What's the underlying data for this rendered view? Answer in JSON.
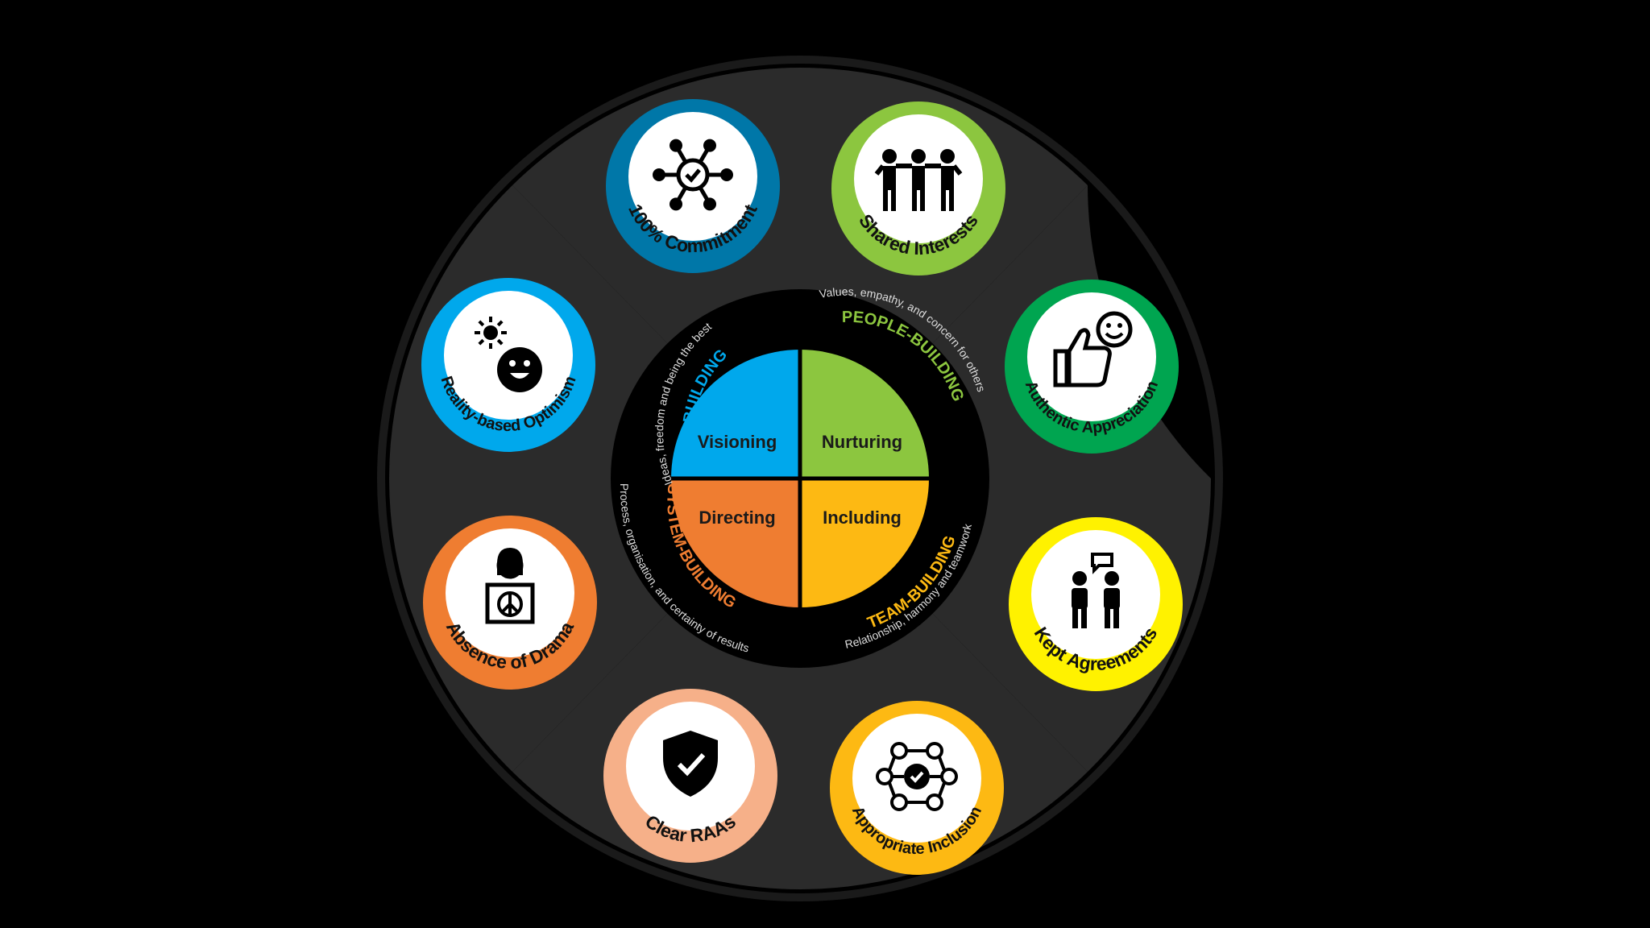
{
  "quadrants": [
    {
      "key": "visioning",
      "label": "Visioning",
      "color": "#00A8EC"
    },
    {
      "key": "nurturing",
      "label": "Nurturing",
      "color": "#8CC63F"
    },
    {
      "key": "directing",
      "label": "Directing",
      "color": "#EF7D31"
    },
    {
      "key": "including",
      "label": "Including",
      "color": "#FDB913"
    }
  ],
  "ring_labels": {
    "idea": {
      "title": "IDEA-BUILDING",
      "subtitle": "Ideas, freedom and being the best",
      "color": "#00A8EC"
    },
    "people": {
      "title": "PEOPLE-BUILDING",
      "subtitle": "Values, empathy, and concern for others",
      "color": "#8CC63F"
    },
    "system": {
      "title": "SYSTEM-BUILDING",
      "subtitle": "Process, organisation, and certainty of results",
      "color": "#EF7D31"
    },
    "team": {
      "title": "TEAM-BUILDING",
      "subtitle": "Relationship, harmony and teamwork",
      "color": "#FDB913"
    }
  },
  "badges": [
    {
      "key": "commitment",
      "label": "100% Commitment",
      "color": "#0077A8",
      "icon": "network-check-icon"
    },
    {
      "key": "shared",
      "label": "Shared Interests",
      "color": "#8CC63F",
      "icon": "people-group-icon"
    },
    {
      "key": "appreciation",
      "label": "Authentic Appreciation",
      "color": "#00A550",
      "icon": "thumbs-up-smiley-icon"
    },
    {
      "key": "agreements",
      "label": "Kept Agreements",
      "color": "#FFF200",
      "icon": "two-people-talking-icon"
    },
    {
      "key": "inclusion",
      "label": "Appropriate Inclusion",
      "color": "#FDB913",
      "icon": "people-network-check-icon"
    },
    {
      "key": "raas",
      "label": "Clear RAAs",
      "color": "#F6B089",
      "icon": "shield-check-icon"
    },
    {
      "key": "drama",
      "label": "Absence of Drama",
      "color": "#EF7D31",
      "icon": "peace-person-icon"
    },
    {
      "key": "optimism",
      "label": "Reality-based Optimism",
      "color": "#00A8EC",
      "icon": "sun-smiley-icon"
    }
  ]
}
